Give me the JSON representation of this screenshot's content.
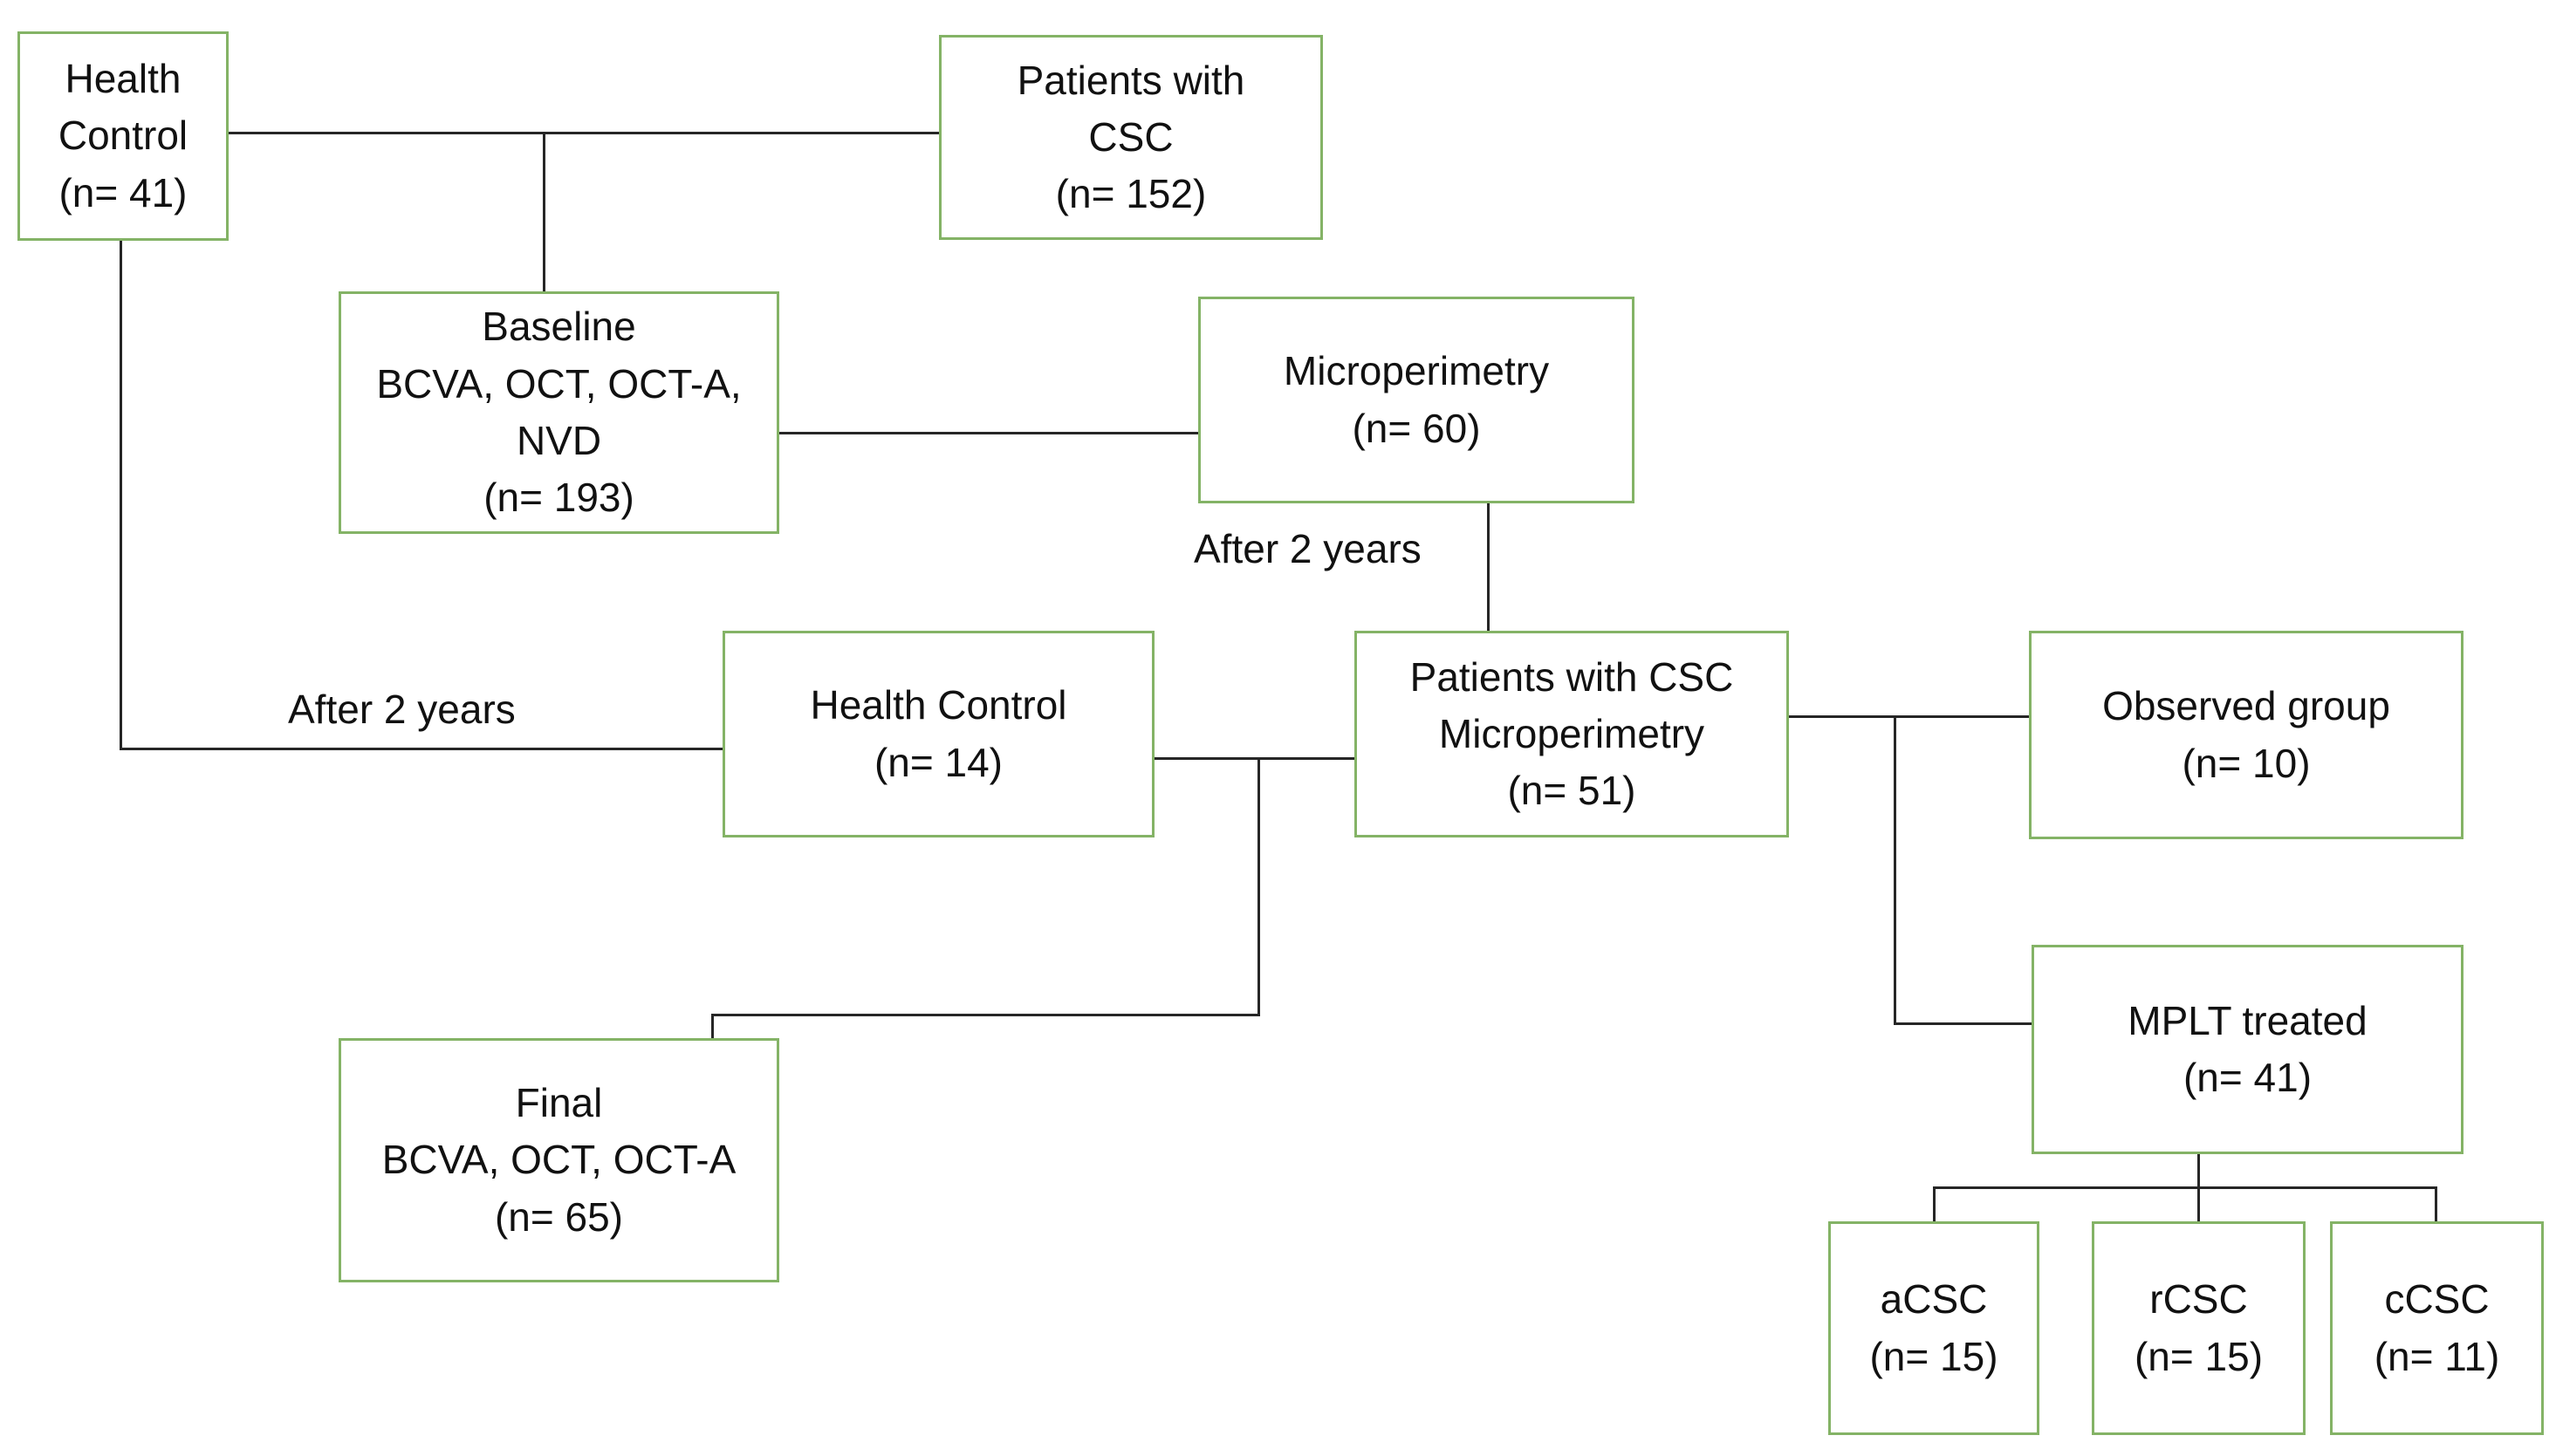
{
  "diagram": {
    "title": "CSC study patient flow diagram",
    "colors": {
      "background": "#ffffff",
      "box_border": "#84b366",
      "connector": "#262626",
      "text": "#111111"
    }
  },
  "boxes": {
    "health_control_baseline": {
      "text": "Health\nControl\n(n= 41)"
    },
    "patients_with_csc": {
      "text": "Patients with\nCSC\n(n= 152)"
    },
    "baseline_exams": {
      "text": "Baseline\nBCVA, OCT, OCT-A,\nNVD\n(n= 193)"
    },
    "microperimetry": {
      "text": "Microperimetry\n(n= 60)"
    },
    "health_control_followup": {
      "text": "Health Control\n(n= 14)"
    },
    "patients_csc_microperimetry": {
      "text": "Patients with CSC\nMicroperimetry\n(n= 51)"
    },
    "observed_group": {
      "text": "Observed group\n(n= 10)"
    },
    "mplt_treated": {
      "text": "MPLT treated\n(n= 41)"
    },
    "final_exams": {
      "text": "Final\nBCVA, OCT, OCT-A\n(n= 65)"
    },
    "acsc": {
      "text": "aCSC\n(n= 15)"
    },
    "rcsc": {
      "text": "rCSC\n(n= 15)"
    },
    "ccsc": {
      "text": "cCSC\n(n= 11)"
    }
  },
  "labels": {
    "after_2_years_left": "After 2 years",
    "after_2_years_center": "After 2 years"
  }
}
